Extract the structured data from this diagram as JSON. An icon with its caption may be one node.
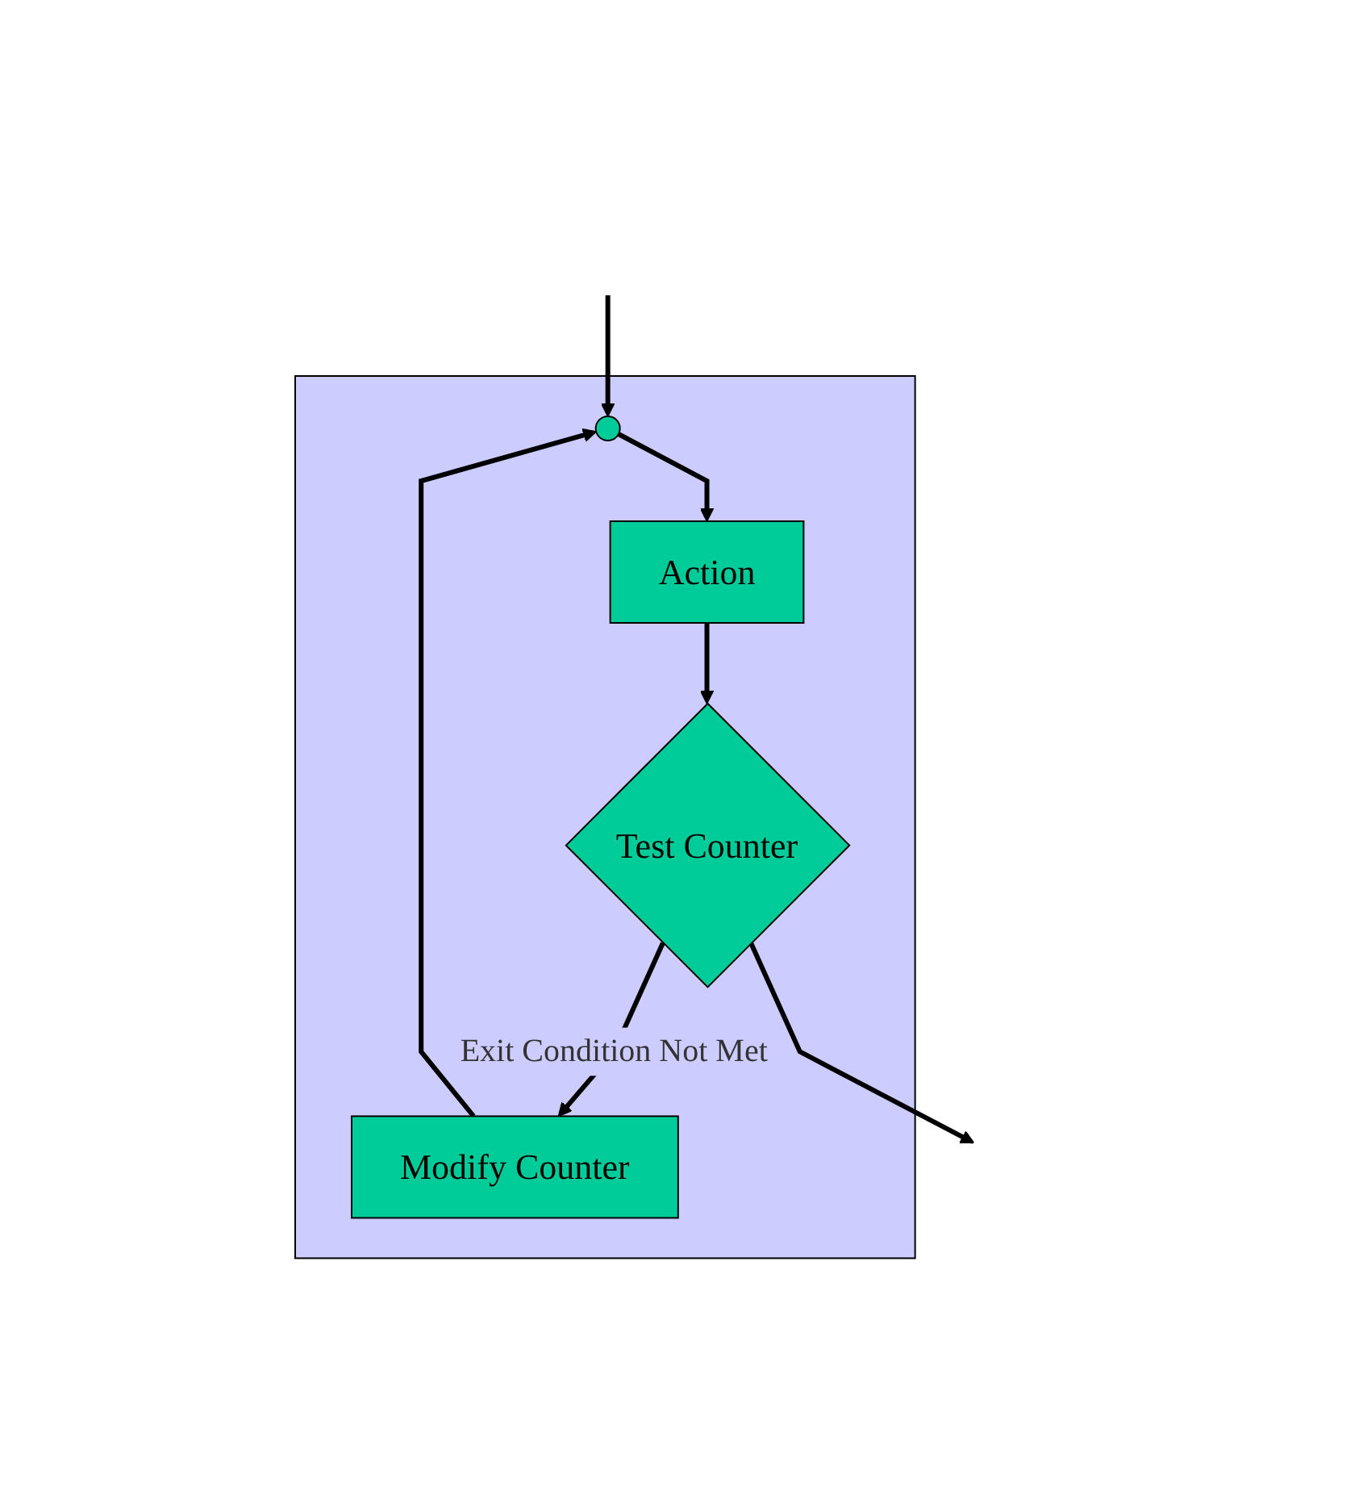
{
  "diagram": {
    "nodes": [
      {
        "text": [],
        "shape": "box"
      },
      {
        "text": [],
        "shape": "circle",
        "in": 0
      },
      {
        "text": [
          "Modify Counter"
        ],
        "in": 0
      },
      {
        "text": [
          "Action"
        ],
        "in": 0
      },
      {
        "text": [
          "Test Counter"
        ],
        "in": 0
      }
    ],
    "edges": [
      {
        "from": null,
        "to": 1,
        "arrow": "to"
      },
      {
        "from": 1,
        "to": 3,
        "arrow": "to"
      },
      {
        "from": 3,
        "to": 4,
        "arrow": "to"
      },
      {
        "from": 4,
        "to": 2,
        "arrow": "to",
        "label": "Exit Condition Not Met"
      },
      {
        "from": 2,
        "to": 1,
        "arrow": "to"
      },
      {
        "from": 4,
        "to": null,
        "arrow": "to"
      }
    ]
  }
}
